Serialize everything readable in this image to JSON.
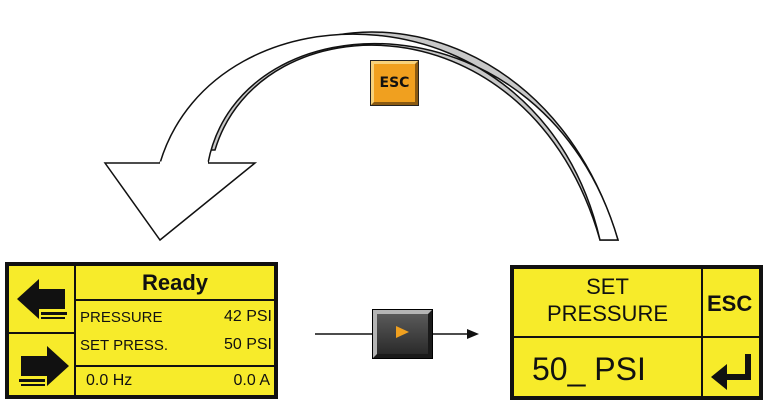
{
  "esc_key": {
    "label": "ESC"
  },
  "left_display": {
    "status": "Ready",
    "rows": [
      {
        "label": "PRESSURE",
        "value": "42 PSI"
      },
      {
        "label": "SET PRESS.",
        "value": "50 PSI"
      }
    ],
    "frequency": "0.0 Hz",
    "current": "0.0 A",
    "icons": [
      "arrow-left-icon",
      "arrow-right-icon"
    ]
  },
  "right_display": {
    "title_line1": "SET",
    "title_line2": "PRESSURE",
    "esc_label": "ESC",
    "entry_value": "50_ PSI",
    "icons": [
      "enter-icon"
    ]
  },
  "colors": {
    "lcd": "#f7eb2a",
    "esc_key": "#f0a01f",
    "curve_fill": "#c8c8c8",
    "next_arrow": "#f0a01f"
  }
}
